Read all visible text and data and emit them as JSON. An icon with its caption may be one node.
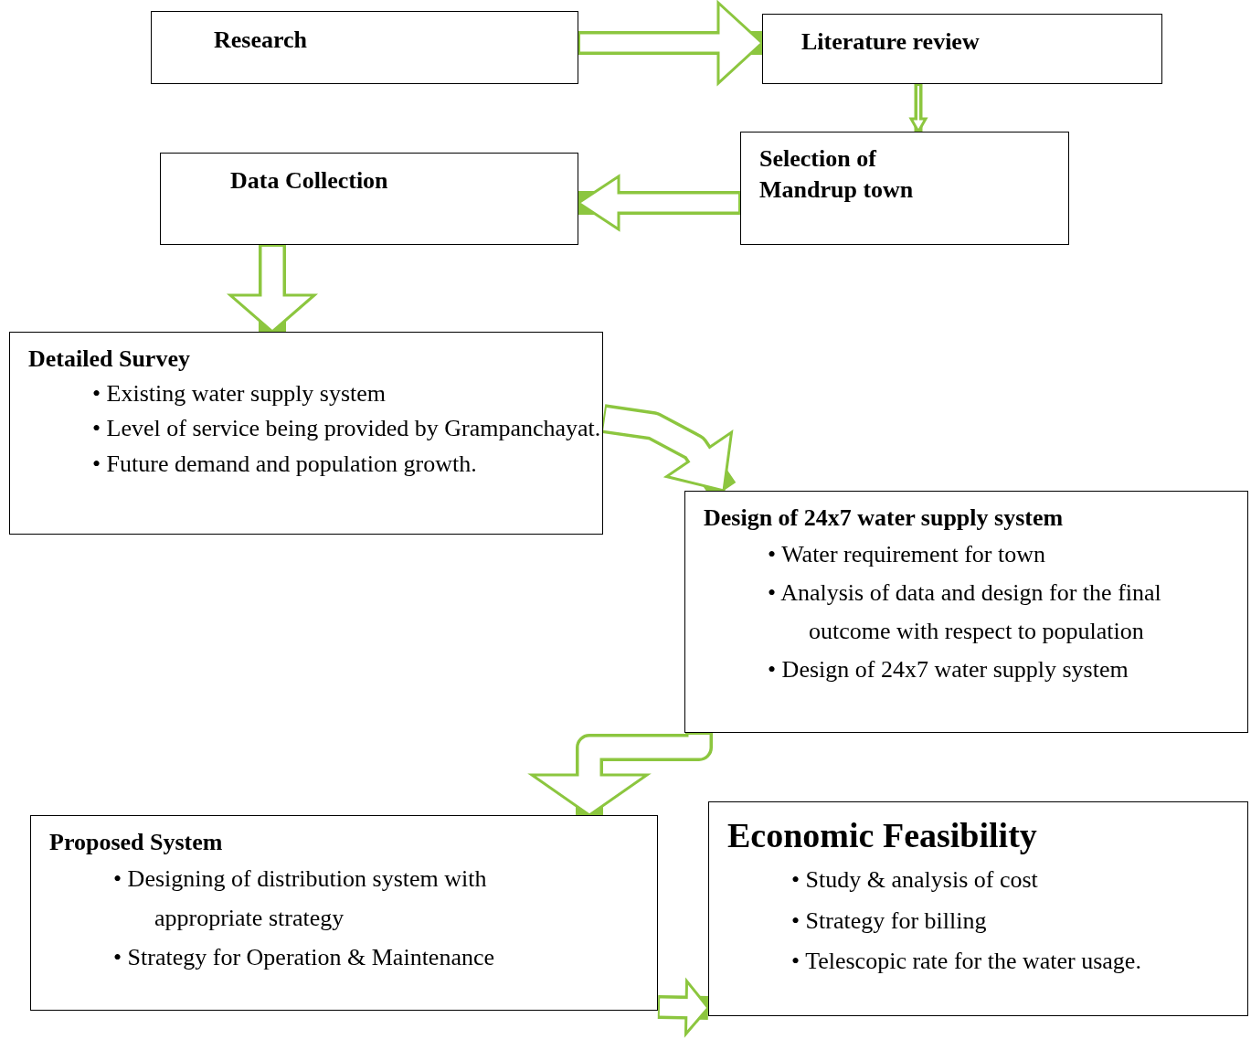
{
  "diagram": {
    "nodes": [
      {
        "text": [
          "Research"
        ]
      },
      {
        "text": [
          "Literature review"
        ]
      },
      {
        "text": [
          "Selection of Mandrup town"
        ]
      },
      {
        "text": [
          "Data Collection"
        ]
      },
      {
        "text": [
          "Detailed Survey",
          "• Existing water supply system",
          "• Level of service being provided by Grampanchayat.",
          "• Future demand and population growth."
        ]
      },
      {
        "text": [
          "Design of 24x7 water supply system",
          "• Water requirement for town",
          "• Analysis of data and design for the final outcome with respect to population",
          "• Design of 24x7 water supply system"
        ]
      },
      {
        "text": [
          "Proposed System",
          "• Designing of distribution system with appropriate strategy",
          "• Strategy for Operation & Maintenance"
        ]
      },
      {
        "text": [
          "Economic Feasibility",
          "• Study & analysis of cost",
          "• Strategy for billing",
          "• Telescopic rate for the water usage."
        ]
      }
    ],
    "edges": [
      {
        "from": 0,
        "to": 1,
        "arrow": "to"
      },
      {
        "from": 1,
        "to": 2,
        "arrow": "to"
      },
      {
        "from": 2,
        "to": 3,
        "arrow": "to"
      },
      {
        "from": 3,
        "to": 4,
        "arrow": "to"
      },
      {
        "from": 4,
        "to": 5,
        "arrow": "to"
      },
      {
        "from": 5,
        "to": 6,
        "arrow": "to"
      },
      {
        "from": 6,
        "to": 7,
        "arrow": "to"
      }
    ]
  }
}
